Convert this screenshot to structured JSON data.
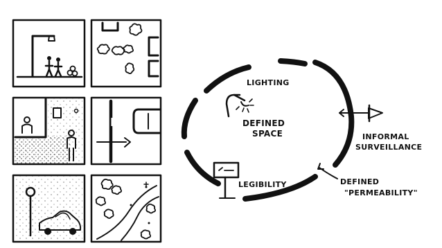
{
  "diagram": {
    "center_label_line1": "DEFINED",
    "center_label_line2": "SPACE",
    "lighting_label": "LIGHTING",
    "surveillance_label_line1": "INFORMAL",
    "surveillance_label_line2": "SURVEILLANCE",
    "legibility_label": "LEGIBILITY",
    "permeability_label_line1": "DEFINED",
    "permeability_label_line2": "\"PERMEABILITY\""
  },
  "panels": [
    {
      "name": "street-lamp-pedestrians"
    },
    {
      "name": "site-plan-trees"
    },
    {
      "name": "doorway-person"
    },
    {
      "name": "road-with-car"
    },
    {
      "name": "lamp-car-night"
    },
    {
      "name": "path-through-trees"
    }
  ]
}
